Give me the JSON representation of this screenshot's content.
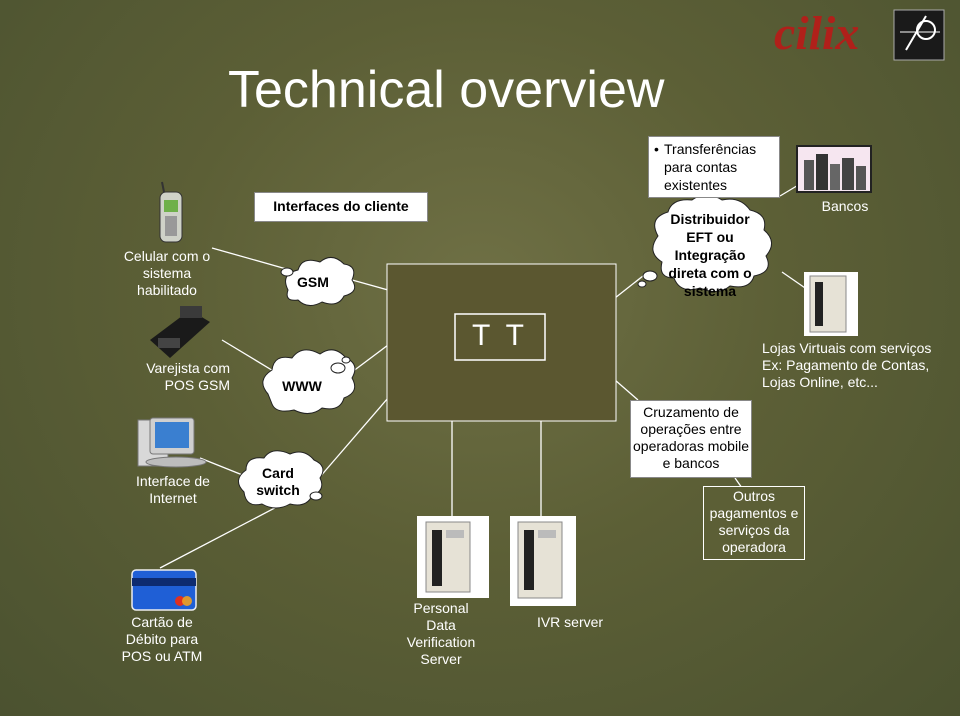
{
  "title": "Technical overview",
  "logo_text": "cilix",
  "colors": {
    "background": "#5c5f36",
    "central_box": "#5b5730",
    "white": "#ffffff",
    "card_blue": "#1f5fd6"
  },
  "left": {
    "mobile_label": "Celular com o sistema habilitado",
    "pos_label": "Varejista com POS GSM",
    "internet_label": "Interface de Internet",
    "card_label": "Cartão de Débito para POS ou ATM"
  },
  "interfaces": {
    "header": "Interfaces do cliente",
    "gsm": "GSM",
    "www": "WWW",
    "card_switch": "Card switch"
  },
  "center": {
    "tt": "T T"
  },
  "servers": {
    "pdv": "Personal Data Verification Server",
    "ivr": "IVR server"
  },
  "right": {
    "transfer_bullet": "Transferências para contas existentes",
    "eft_cloud": "Distribuidor EFT ou Integração direta com o sistema",
    "bancos": "Bancos",
    "lojas": "Lojas Virtuais com serviços Ex: Pagamento de Contas, Lojas Online, etc...",
    "cruzamento": "Cruzamento de operações entre operadoras mobile e bancos",
    "outros": "Outros pagamentos e serviços da operadora"
  },
  "icons": [
    "mobile-phone-icon",
    "pos-terminal-icon",
    "desktop-computer-icon",
    "credit-card-icon",
    "server-icon",
    "bank-buildings-icon",
    "cloud-icon"
  ]
}
